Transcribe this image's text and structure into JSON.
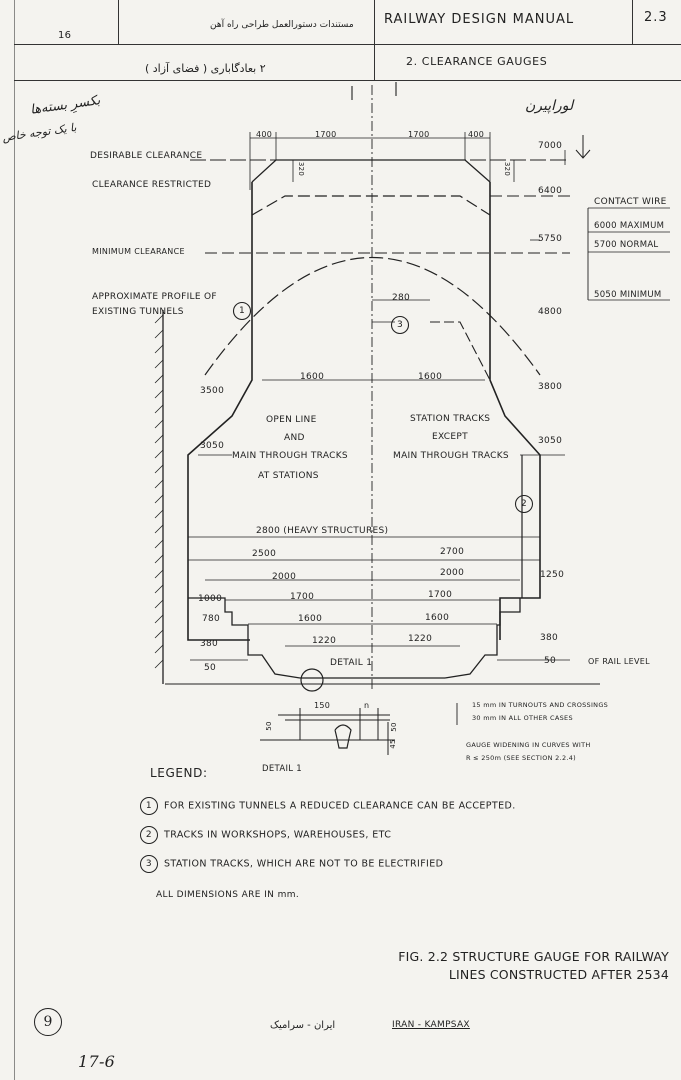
{
  "header": {
    "page_num_left": "16",
    "persian_top": "مستندات دستورالعمل طراحی راه آهن",
    "manual_title": "RAILWAY DESIGN MANUAL",
    "section_num": "2.3",
    "persian_section": "٢ بعادگاباری ( فضای آزاد )",
    "section_title": "2.  CLEARANCE GAUGES"
  },
  "annotations": {
    "hand_left_1": "بکسرِ بسته‌ها",
    "hand_left_2": "با یک توجه خاص",
    "hand_right": "لوراپیرن"
  },
  "labels": {
    "desirable": "DESIRABLE CLEARANCE",
    "restricted": "CLEARANCE RESTRICTED",
    "minimum": "MINIMUM CLEARANCE",
    "profile_1": "APPROXIMATE PROFILE OF",
    "profile_2": "EXISTING TUNNELS",
    "open_line_1": "OPEN LINE",
    "open_line_2": "AND",
    "open_line_3": "MAIN THROUGH TRACKS",
    "open_line_4": "AT STATIONS",
    "station_1": "STATION TRACKS",
    "station_2": "EXCEPT",
    "station_3": "MAIN THROUGH TRACKS",
    "heavy": "2800 (HEAVY STRUCTURES)",
    "detail": "DETAIL 1",
    "detail_below": "DETAIL 1",
    "rail_level": "OF RAIL LEVEL",
    "contact_wire": "CONTACT WIRE",
    "cw_max": "6000 MAXIMUM",
    "cw_normal": "5700 NORMAL",
    "cw_min": "5050 MINIMUM",
    "note_turnouts": "15 mm IN TURNOUTS AND CROSSINGS",
    "note_other": "30 mm IN ALL OTHER CASES",
    "note_widen_1": "GAUGE WIDENING IN CURVES WITH",
    "note_widen_2": "R ≤ 250m (SEE SECTION 2.2.4)"
  },
  "dims": {
    "top_400_l": "400",
    "top_1700_l": "1700",
    "top_1700_r": "1700",
    "top_400_r": "400",
    "d320_l": "320",
    "d320_r": "320",
    "h7000": "7000",
    "h6400": "6400",
    "h5750": "5750",
    "h4800": "4800",
    "h3800": "3800",
    "h3500": "3500",
    "h3050_l": "3050",
    "h3050_r": "3050",
    "h1250": "1250",
    "h1000": "1000",
    "h780": "780",
    "h380_l": "380",
    "h380_r": "380",
    "h50_l": "50",
    "h50_r": "50",
    "w280": "280",
    "w1600_l": "1600",
    "w1600_r": "1600",
    "w2500": "2500",
    "w2700": "2700",
    "w2000_l": "2000",
    "w2000_r": "2000",
    "w1700_l": "1700",
    "w1700_r": "1700",
    "w1600b_l": "1600",
    "w1600b_r": "1600",
    "w1220_l": "1220",
    "w1220_r": "1220",
    "det_150": "150",
    "det_n": "n",
    "det_50": "50",
    "det_45": "45",
    "det_50b": "50"
  },
  "legend": {
    "title": "LEGEND:",
    "items": [
      {
        "num": "1",
        "text": "FOR EXISTING TUNNELS A REDUCED CLEARANCE CAN BE ACCEPTED."
      },
      {
        "num": "2",
        "text": "TRACKS IN WORKSHOPS, WAREHOUSES, ETC"
      },
      {
        "num": "3",
        "text": "STATION TRACKS, WHICH ARE NOT TO BE ELECTRIFIED"
      }
    ],
    "note": "ALL DIMENSIONS ARE IN mm."
  },
  "figure": {
    "title_1": "FIG. 2.2  STRUCTURE GAUGE FOR RAILWAY",
    "title_2": "LINES CONSTRUCTED AFTER 2534"
  },
  "footer": {
    "page_circle": "9",
    "stamp_persian": "ایران - سرامیک",
    "stamp_en": "IRAN - KAMPSAX",
    "hand_bottom": "17-6"
  }
}
